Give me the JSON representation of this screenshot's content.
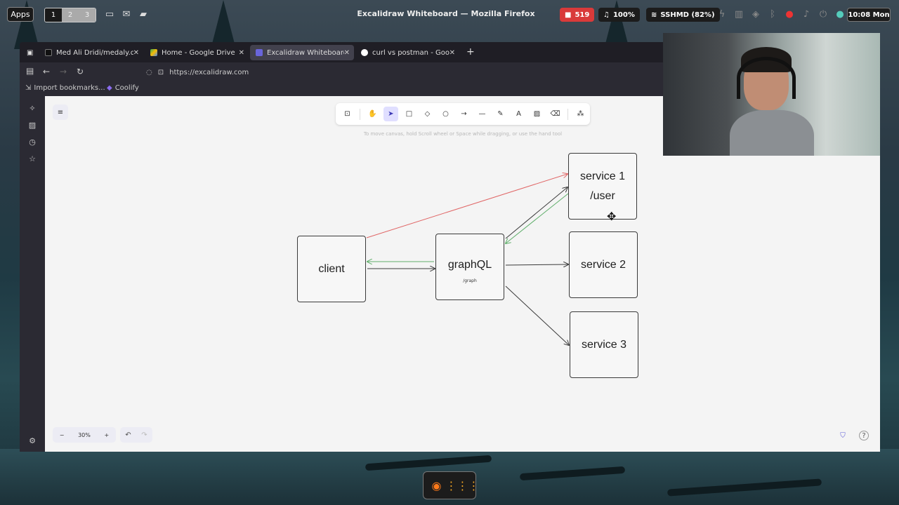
{
  "system": {
    "apps_label": "Apps",
    "workspaces": [
      "1",
      "2",
      "3"
    ],
    "window_title": "Excalidraw Whiteboard — Mozilla Firefox",
    "notifications_count": "519",
    "volume": "100%",
    "wifi": "SSHMD (82%)",
    "clock": "10:08 Mon"
  },
  "browser": {
    "tabs": [
      {
        "label": "Med Ali Dridi/medaly.dr"
      },
      {
        "label": "Home - Google Drive"
      },
      {
        "label": "Excalidraw Whiteboard"
      },
      {
        "label": "curl vs postman - Googl"
      }
    ],
    "url": "https://excalidraw.com",
    "bookmarks": [
      "Import bookmarks...",
      "Coolify"
    ]
  },
  "excalidraw": {
    "hint": "To move canvas, hold Scroll wheel or Space while dragging, or use the hand tool",
    "zoom": "30%",
    "nodes": {
      "client": {
        "label": "client"
      },
      "graphql": {
        "label": "graphQL",
        "sub": "/graph"
      },
      "service1": {
        "label": "service 1",
        "sub": "/user"
      },
      "service2": {
        "label": "service 2"
      },
      "service3": {
        "label": "service 3"
      }
    },
    "colors": {
      "red_arrow": "#e06666",
      "green_arrow": "#5fae6a",
      "dark_arrow": "#3a3a3a"
    }
  }
}
